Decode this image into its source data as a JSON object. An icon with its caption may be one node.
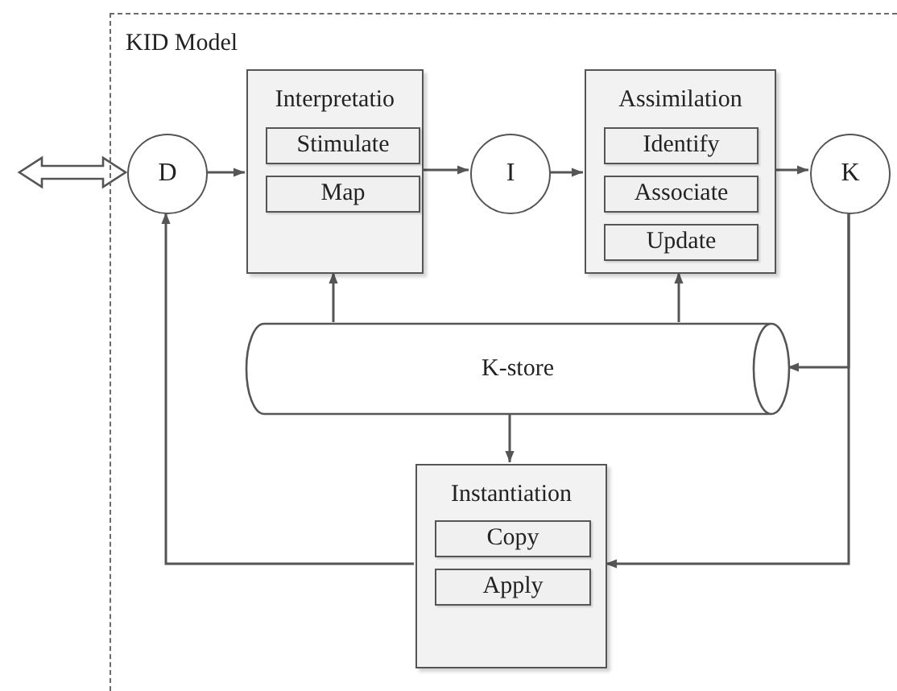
{
  "diagram": {
    "nodes": [
      {
        "text": [
          "KID Model"
        ]
      },
      {
        "text": [
          "D"
        ],
        "in": 0
      },
      {
        "text": [
          "Interpretatio"
        ],
        "in": 0
      },
      {
        "text": [
          "Stimulate"
        ],
        "in": 2
      },
      {
        "text": [
          "Map"
        ],
        "in": 2
      },
      {
        "text": [
          "I"
        ],
        "in": 0
      },
      {
        "text": [
          "Assimilation"
        ],
        "in": 0
      },
      {
        "text": [
          "Identify"
        ],
        "in": 6
      },
      {
        "text": [
          "Associate"
        ],
        "in": 6
      },
      {
        "text": [
          "Update"
        ],
        "in": 6
      },
      {
        "text": [
          "K"
        ],
        "in": 0
      },
      {
        "text": [
          "K-store"
        ],
        "in": 0
      },
      {
        "text": [
          "Instantiation"
        ],
        "in": 0
      },
      {
        "text": [
          "Copy"
        ],
        "in": 12
      },
      {
        "text": [
          "Apply"
        ],
        "in": 12
      }
    ],
    "edges": [
      {
        "from": null,
        "to": 1,
        "arrow": "both",
        "style": "thick"
      },
      {
        "from": 1,
        "to": 2,
        "arrow": "to"
      },
      {
        "from": 2,
        "to": 5,
        "arrow": "to"
      },
      {
        "from": 5,
        "to": 6,
        "arrow": "to"
      },
      {
        "from": 6,
        "to": 10,
        "arrow": "to"
      },
      {
        "from": 11,
        "to": 2,
        "arrow": "to"
      },
      {
        "from": 11,
        "to": 6,
        "arrow": "to"
      },
      {
        "from": 10,
        "to": 11,
        "arrow": "to"
      },
      {
        "from": 10,
        "to": 12,
        "arrow": "to"
      },
      {
        "from": 11,
        "to": 12,
        "arrow": "to"
      },
      {
        "from": 12,
        "to": 1,
        "arrow": "to"
      }
    ]
  }
}
